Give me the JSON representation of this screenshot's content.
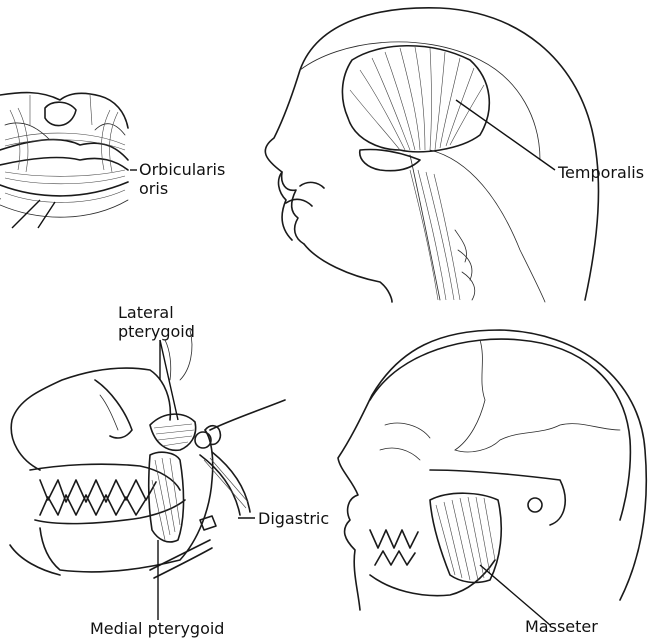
{
  "labels": {
    "orbicularis_oris": [
      "Orbicularis",
      "oris"
    ],
    "temporalis": "Temporalis",
    "lateral_pterygoid": [
      "Lateral",
      "pterygoid"
    ],
    "digastric": "Digastric",
    "medial_pterygoid": "Medial pterygoid",
    "masseter": "Masseter"
  }
}
